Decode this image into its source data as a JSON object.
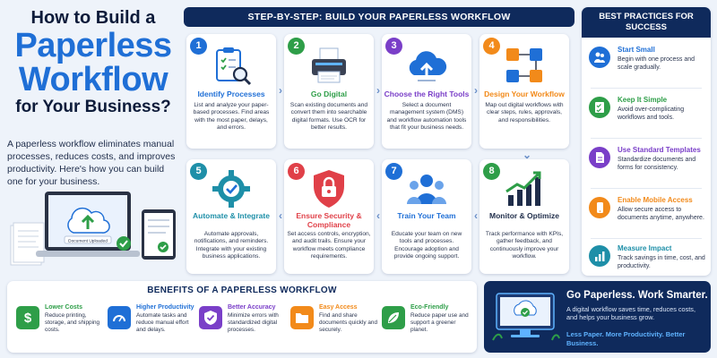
{
  "intro": {
    "title_line1": "How to Build a",
    "title_line2a": "Paperless",
    "title_line2b": "Workflow",
    "title_line3": "for Your Business?",
    "description": "A paperless workflow eliminates manual processes, reduces costs, and improves productivity. Here's how you can build one for your business.",
    "illustration_label": "Document Uploaded"
  },
  "steps": {
    "header": "STEP-BY-STEP: BUILD YOUR PAPERLESS WORKFLOW",
    "items": [
      {
        "num": "1",
        "title": "Identify Processes",
        "desc": "List and analyze your paper-based processes. Find areas with the most paper, delays, and errors.",
        "color": "#1f6fd6",
        "icon": "clipboard-search-icon"
      },
      {
        "num": "2",
        "title": "Go Digital",
        "desc": "Scan existing documents and convert them into searchable digital formats. Use OCR for better results.",
        "color": "#2e9e48",
        "icon": "scanner-icon"
      },
      {
        "num": "3",
        "title": "Choose the Right Tools",
        "desc": "Select a document management system (DMS) and workflow automation tools that fit your business needs.",
        "color": "#7a3fc8",
        "icon": "cloud-upload-icon"
      },
      {
        "num": "4",
        "title": "Design Your Workflow",
        "desc": "Map out digital workflows with clear steps, rules, approvals, and responsibilities.",
        "color": "#f28a1a",
        "icon": "workflow-diagram-icon"
      },
      {
        "num": "5",
        "title": "Automate & Integrate",
        "desc": "Automate approvals, notifications, and reminders. Integrate with your existing business applications.",
        "color": "#1e8fa8",
        "icon": "gear-check-icon"
      },
      {
        "num": "6",
        "title": "Ensure Security & Compliance",
        "desc": "Set access controls, encryption, and audit trails. Ensure your workflow meets compliance requirements.",
        "color": "#e04048",
        "icon": "lock-shield-icon"
      },
      {
        "num": "7",
        "title": "Train Your Team",
        "desc": "Educate your team on new tools and processes. Encourage adoption and provide ongoing support.",
        "color": "#1f6fd6",
        "icon": "team-icon"
      },
      {
        "num": "8",
        "title": "Monitor & Optimize",
        "desc": "Track performance with KPIs, gather feedback, and continuously improve your workflow.",
        "color": "#2e9e48",
        "icon": "growth-chart-icon"
      }
    ]
  },
  "best_practices": {
    "header": "BEST PRACTICES FOR SUCCESS",
    "items": [
      {
        "title": "Start Small",
        "desc": "Begin with one process and scale gradually.",
        "color": "#1f6fd6",
        "icon": "people-icon"
      },
      {
        "title": "Keep It Simple",
        "desc": "Avoid over-complicating workflows and tools.",
        "color": "#2e9e48",
        "icon": "checklist-icon"
      },
      {
        "title": "Use Standard Templates",
        "desc": "Standardize documents and forms for consistency.",
        "color": "#7a3fc8",
        "icon": "document-icon"
      },
      {
        "title": "Enable Mobile Access",
        "desc": "Allow secure access to documents anytime, anywhere.",
        "color": "#f28a1a",
        "icon": "mobile-icon"
      },
      {
        "title": "Measure Impact",
        "desc": "Track savings in time, cost, and productivity.",
        "color": "#1e8fa8",
        "icon": "bar-chart-icon"
      }
    ]
  },
  "benefits": {
    "title": "BENEFITS OF A PAPERLESS WORKFLOW",
    "items": [
      {
        "title": "Lower Costs",
        "desc": "Reduce printing, storage, and shipping costs.",
        "color": "#2e9e48",
        "icon": "dollar-icon"
      },
      {
        "title": "Higher Productivity",
        "desc": "Automate tasks and reduce manual effort and delays.",
        "color": "#1f6fd6",
        "icon": "speedometer-icon"
      },
      {
        "title": "Better Accuracy",
        "desc": "Minimize errors with standardized digital processes.",
        "color": "#7a3fc8",
        "icon": "check-badge-icon"
      },
      {
        "title": "Easy Access",
        "desc": "Find and share documents quickly and securely.",
        "color": "#f28a1a",
        "icon": "folder-icon"
      },
      {
        "title": "Eco-Friendly",
        "desc": "Reduce paper use and support a greener planet.",
        "color": "#2e9e48",
        "icon": "leaf-icon"
      }
    ]
  },
  "cta": {
    "title": "Go Paperless. Work Smarter.",
    "desc": "A digital workflow saves time, reduces costs, and helps your business grow.",
    "tagline": "Less Paper. More Productivity. Better Business."
  }
}
